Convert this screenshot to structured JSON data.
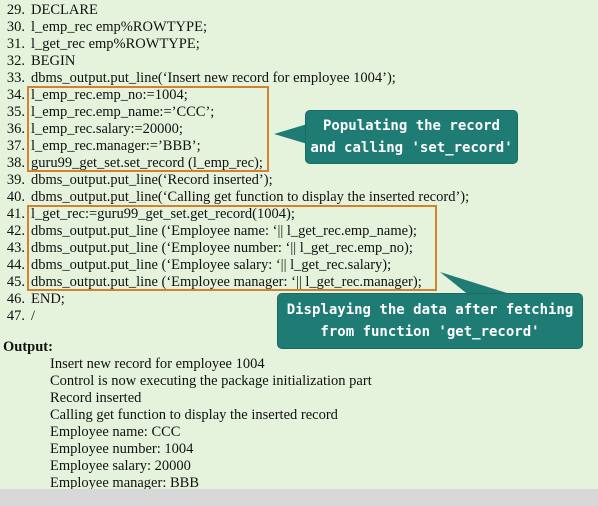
{
  "code_lines": [
    {
      "num": "29.",
      "text": "DECLARE"
    },
    {
      "num": "30.",
      "text": "l_emp_rec emp%ROWTYPE;"
    },
    {
      "num": "31.",
      "text": "l_get_rec emp%ROWTYPE;"
    },
    {
      "num": "32.",
      "text": "BEGIN"
    },
    {
      "num": "33.",
      "text": "dbms_output.put_line(‘Insert new record for employee 1004’);"
    },
    {
      "num": "34.",
      "text": "l_emp_rec.emp_no:=1004;"
    },
    {
      "num": "35.",
      "text": "l_emp_rec.emp_name:=’CCC’;"
    },
    {
      "num": "36.",
      "text": "l_emp_rec.salary:=20000;"
    },
    {
      "num": "37.",
      "text": "l_emp_rec.manager:=’BBB’;"
    },
    {
      "num": "38.",
      "text": "guru99_get_set.set_record (l_emp_rec);"
    },
    {
      "num": "39.",
      "text": "dbms_output.put_line(‘Record inserted’);"
    },
    {
      "num": "40.",
      "text": "dbms_output.put_line(‘Calling get function to display the inserted record’);"
    },
    {
      "num": "41.",
      "text": "l_get_rec:=guru99_get_set.get_record(1004);"
    },
    {
      "num": "42.",
      "text": "dbms_output.put_line (‘Employee name: ‘|| l_get_rec.emp_name);"
    },
    {
      "num": "43.",
      "text": "dbms_output.put_line (‘Employee number: ‘|| l_get_rec.emp_no);"
    },
    {
      "num": "44.",
      "text": "dbms_output.put_line (‘Employee salary: ‘|| l_get_rec.salary);"
    },
    {
      "num": "45.",
      "text": "dbms_output.put_line (‘Employee manager: ‘|| l_get_rec.manager);"
    },
    {
      "num": "46.",
      "text": "END;"
    },
    {
      "num": "47.",
      "text": "/"
    }
  ],
  "callouts": {
    "set_record": {
      "line1": "Populating the record",
      "line2": "and calling 'set_record'"
    },
    "get_record": {
      "line1": "Displaying the data after fetching",
      "line2": "from function 'get_record'"
    }
  },
  "output": {
    "label": "Output:",
    "lines": [
      "Insert new record for employee 1004",
      "Control is now executing the package initialization part",
      "Record inserted",
      "Calling get function to display the inserted record",
      "Employee name: CCC",
      "Employee number: 1004",
      "Employee salary: 20000",
      "Employee manager: BBB"
    ]
  },
  "colors": {
    "background": "#e5f3dc",
    "highlight_border": "#d2822e",
    "callout_fill": "#1f7c74",
    "bottom_bar": "#d8d8d8"
  }
}
